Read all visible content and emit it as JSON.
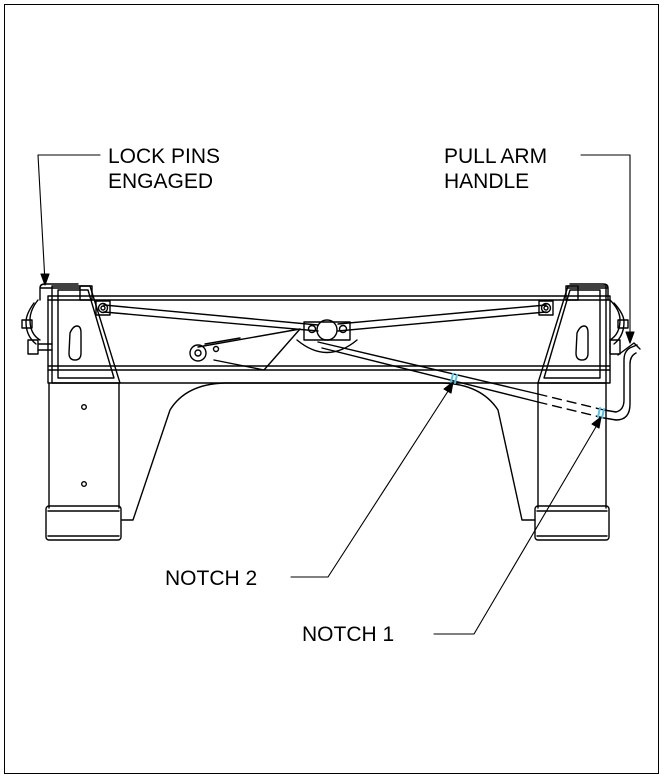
{
  "labels": {
    "lock_pins": [
      "LOCK PINS",
      "ENGAGED"
    ],
    "pull_arm": [
      "PULL ARM",
      "HANDLE"
    ],
    "notch_2": "NOTCH 2",
    "notch_1": "NOTCH 1"
  },
  "colors": {
    "line": "#000000",
    "notch_marker": "#4fc3e8",
    "background": "#ffffff"
  }
}
